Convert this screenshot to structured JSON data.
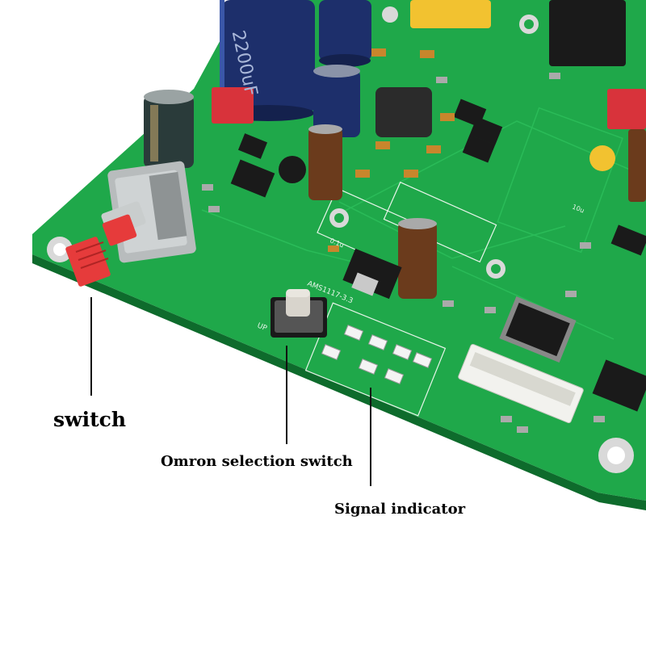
{
  "colors": {
    "pcb": "#1fa84a",
    "pcb_dark": "#158a3a",
    "pcb_edge": "#0e6b2c",
    "silkscreen": "#e8f5ea",
    "capacitor_blue": "#1d2f6b",
    "capacitor_brown": "#6b3b1c",
    "switch_red": "#e63b3b",
    "chip_black": "#1a1a1a",
    "mounting_hole": "#d9d9d9",
    "connector_white": "#f2f2ee",
    "capacitor_yellow": "#f2c230",
    "box_red": "#d8333b",
    "leader_line": "#111111"
  },
  "labels": {
    "switch": "switch",
    "omron": "Omron selection switch",
    "signal": "Signal indicator"
  },
  "board_markings": {
    "capacitor_value": "2200uF",
    "regulator": "AMS1117-3.3",
    "button_label": "UP",
    "value_01u": "0.1u",
    "value_10u": "10u"
  }
}
